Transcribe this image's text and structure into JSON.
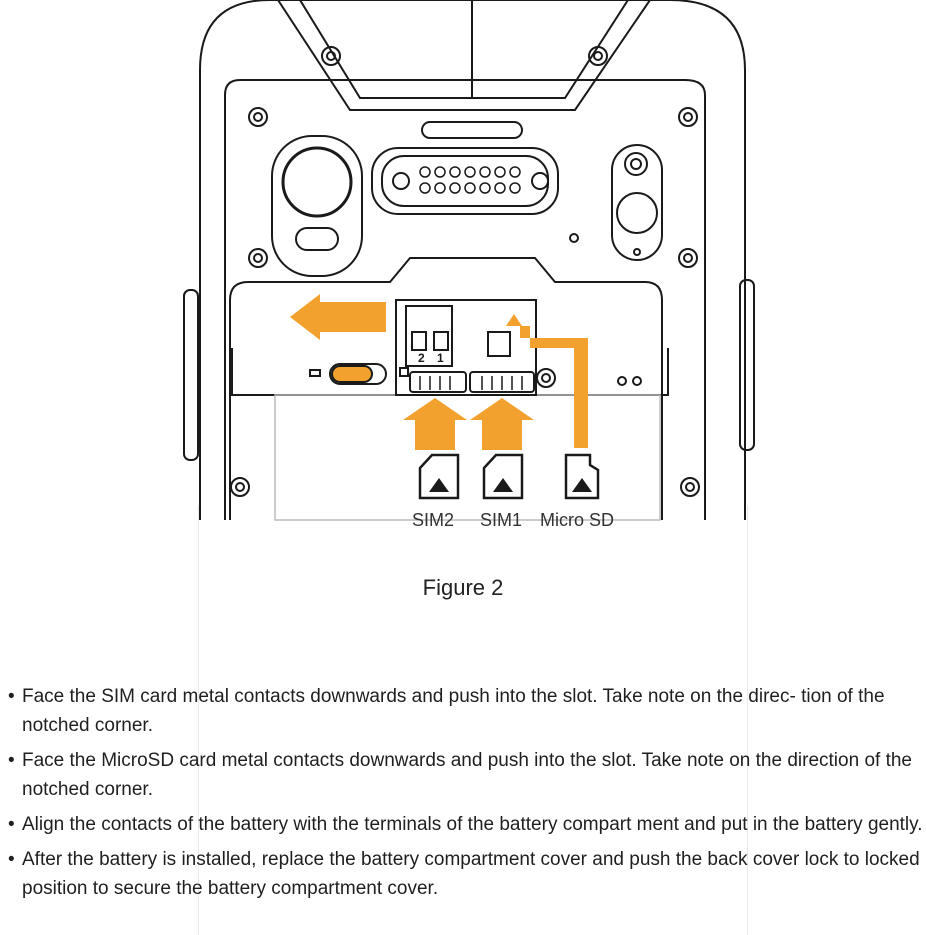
{
  "figure": {
    "labels": {
      "sim2": "SIM2",
      "sim1": "SIM1",
      "microsd": "Micro SD",
      "slot2": "2",
      "slot1": "1"
    },
    "caption": "Figure 2",
    "colors": {
      "arrow": "#f2a12e",
      "line": "#1a1a1a"
    }
  },
  "instructions": [
    {
      "bullet": "•",
      "text": "Face the SIM card metal contacts downwards and push into the slot. Take note on the direc- tion of the notched corner."
    },
    {
      "bullet": "•",
      "text": "Face the MicroSD card metal contacts downwards and push into the slot. Take note on the direction of the notched corner."
    },
    {
      "bullet": "•",
      "text": "Align the contacts of the battery with the terminals of the battery compart  ment and put in the battery gently."
    },
    {
      "bullet": "•",
      "text": "After the battery is installed, replace the battery compartment cover and push the back cover lock to locked position to secure the battery compartment cover."
    }
  ]
}
